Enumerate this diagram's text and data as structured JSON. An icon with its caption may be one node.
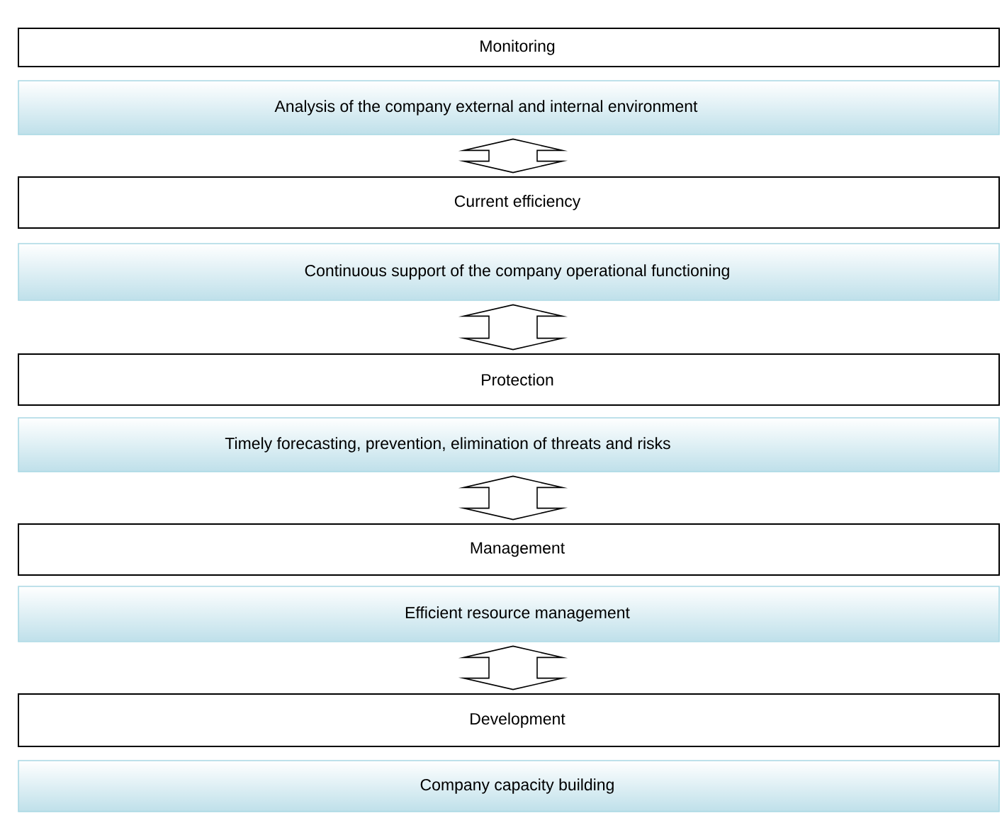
{
  "diagram": {
    "nodes": [
      {
        "text": [
          "Monitoring"
        ]
      },
      {
        "text": [
          "Analysis of the company external and internal environment"
        ]
      },
      {
        "text": [
          "Current efficiency"
        ]
      },
      {
        "text": [
          "Continuous support of the company operational functioning"
        ]
      },
      {
        "text": [
          "Protection"
        ]
      },
      {
        "text": [
          "Timely forecasting, prevention, elimination of threats and risks"
        ]
      },
      {
        "text": [
          "Management"
        ]
      },
      {
        "text": [
          "Efficient resource management"
        ]
      },
      {
        "text": [
          "Development"
        ]
      },
      {
        "text": [
          "Company capacity building"
        ]
      }
    ],
    "edges": [
      {
        "from": 1,
        "to": 2,
        "arrow": "both"
      },
      {
        "from": 3,
        "to": 4,
        "arrow": "both"
      },
      {
        "from": 5,
        "to": 6,
        "arrow": "both"
      },
      {
        "from": 7,
        "to": 8,
        "arrow": "both"
      }
    ]
  }
}
